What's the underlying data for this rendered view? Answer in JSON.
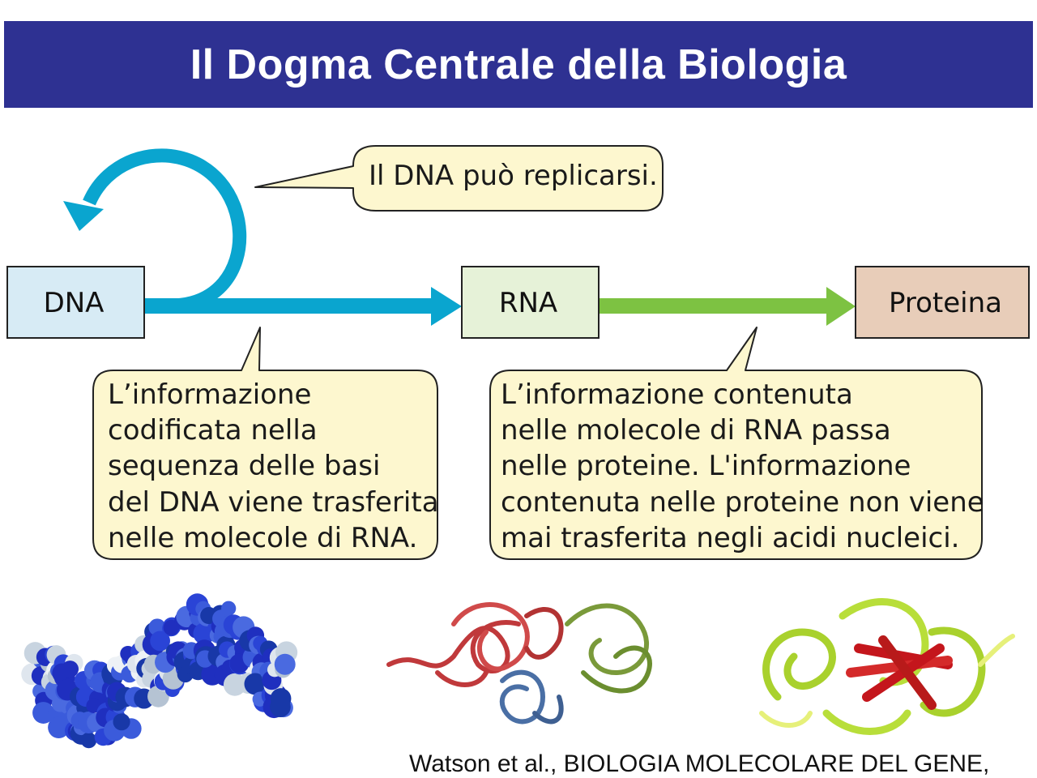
{
  "title": "Il Dogma Centrale della Biologia",
  "boxes": {
    "dna": "DNA",
    "rna": "RNA",
    "protein": "Proteina"
  },
  "bubbles": {
    "replication": "Il DNA può replicarsi.",
    "transcription": [
      "L’informazione",
      "codificata nella",
      "sequenza delle basi",
      "del DNA viene trasferita",
      "nelle molecole di RNA."
    ],
    "translation": [
      "L’informazione contenuta",
      "nelle molecole di RNA passa",
      "nelle proteine. L'informazione",
      "contenuta nelle proteine non viene",
      "mai trasferita negli acidi nucleici."
    ]
  },
  "credit": "Watson et al., BIOLOGIA MOLECOLARE DEL GENE,",
  "colors": {
    "header": "#2e3192",
    "dna_arrow": "#0aa5cf",
    "rna_arrow": "#7dc242",
    "dna_box": "#d7ebf5",
    "rna_box": "#e6f2d8",
    "protein_box": "#e8cdb9",
    "bubble": "#fdf7cf"
  }
}
